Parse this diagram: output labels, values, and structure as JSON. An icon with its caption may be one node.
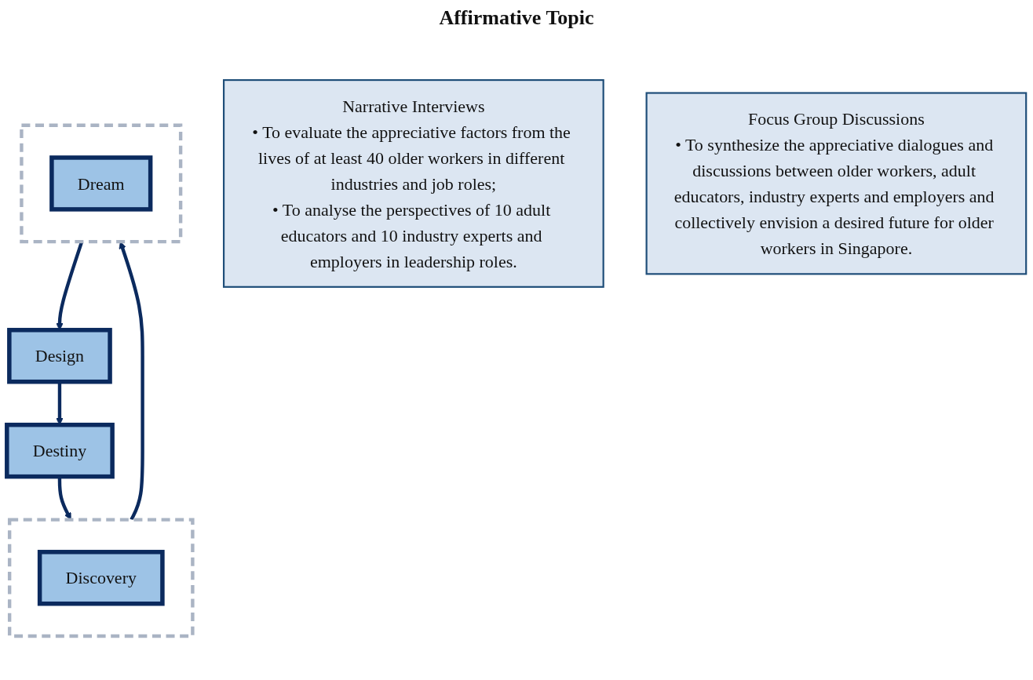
{
  "diagram": {
    "nodes": [
      {
        "text": [
          "Narrative Interviews",
          "• To evaluate the appreciative factors from the lives of at least 40 older workers in different industries and job roles;",
          "• To analyse the perspectives of 10 adult educators and 10 industry experts and employers in leadership roles."
        ]
      },
      {
        "text": [
          "Focus Group Discussions",
          "• To synthesize the appreciative dialogues and discussions between older workers, adult educators, industry experts and employers and collectively envision a desired future for older workers in Singapore."
        ]
      },
      {
        "text": [],
        "shape": "box"
      },
      {
        "text": [
          "Discovery"
        ],
        "in": 2
      },
      {
        "text": [],
        "shape": "box"
      },
      {
        "text": [
          "Dream"
        ],
        "in": 4
      },
      {
        "text": [
          "Design"
        ]
      },
      {
        "text": [
          "Destiny"
        ]
      }
    ],
    "edges": [
      {
        "from": 2,
        "to": 4,
        "arrow": "to"
      },
      {
        "from": 4,
        "to": 6,
        "arrow": "to"
      },
      {
        "from": 6,
        "to": 7,
        "arrow": "to"
      },
      {
        "from": 7,
        "to": 2,
        "arrow": "to"
      }
    ],
    "labels": [
      "Affirmative Topic"
    ]
  }
}
